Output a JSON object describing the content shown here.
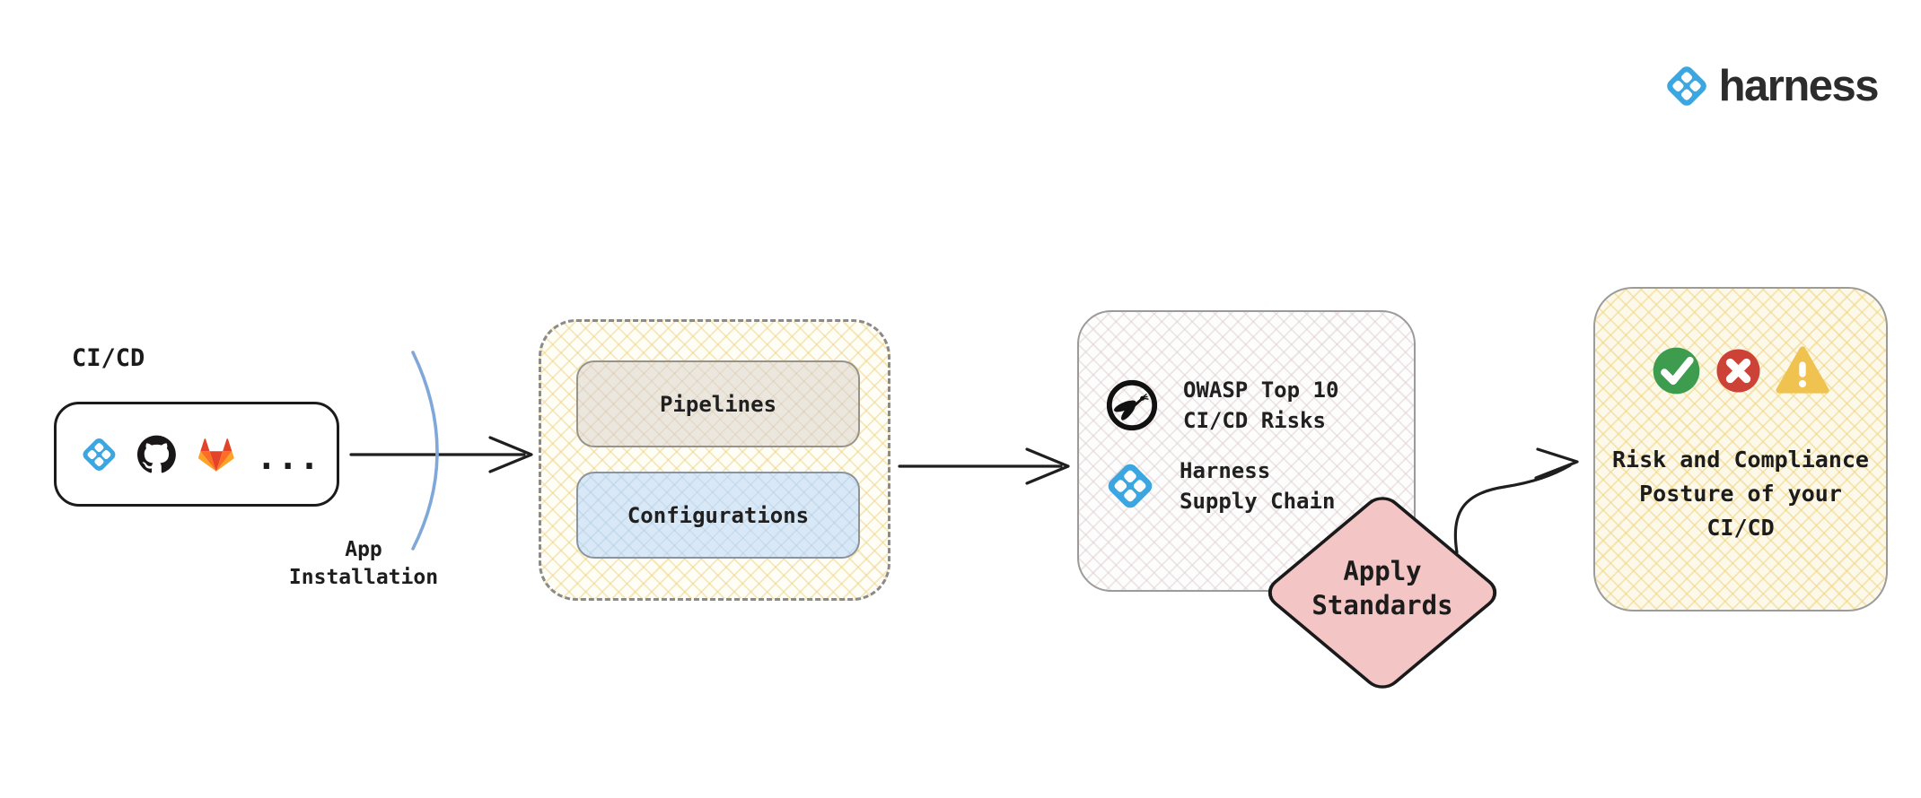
{
  "brand": {
    "name": "harness"
  },
  "source": {
    "label": "CI/CD",
    "icons": [
      "harness-icon",
      "github-icon",
      "gitlab-icon"
    ],
    "ellipsis": "..."
  },
  "connector": {
    "label_line1": "App",
    "label_line2": "Installation"
  },
  "pipeline_group": {
    "pipelines_label": "Pipelines",
    "configurations_label": "Configurations"
  },
  "standards": {
    "owasp_line1": "OWASP Top 10",
    "owasp_line2": "CI/CD Risks",
    "harness_line1": "Harness",
    "harness_line2": "Supply Chain"
  },
  "apply": {
    "line1": "Apply",
    "line2": "Standards"
  },
  "result": {
    "status_icons": [
      "check",
      "cross",
      "warning"
    ],
    "line1": "Risk and Compliance",
    "line2": "Posture of your",
    "line3": "CI/CD"
  },
  "colors": {
    "harness_blue": "#3ba6e0",
    "diamond_pink": "#f3c5c5",
    "pipelines_fill": "#ece7de",
    "configurations_fill": "#d8e8f6",
    "hatch_yellow": "#eed48a",
    "hatch_rose": "#e0cece",
    "success_green": "#3d9c4e",
    "error_red": "#cc4237",
    "warning_yellow": "#f0c250",
    "github_black": "#191717",
    "gitlab_orange": "#e24329",
    "arrow_black": "#1f1f1f",
    "arc_blue": "#7fa8d9"
  }
}
